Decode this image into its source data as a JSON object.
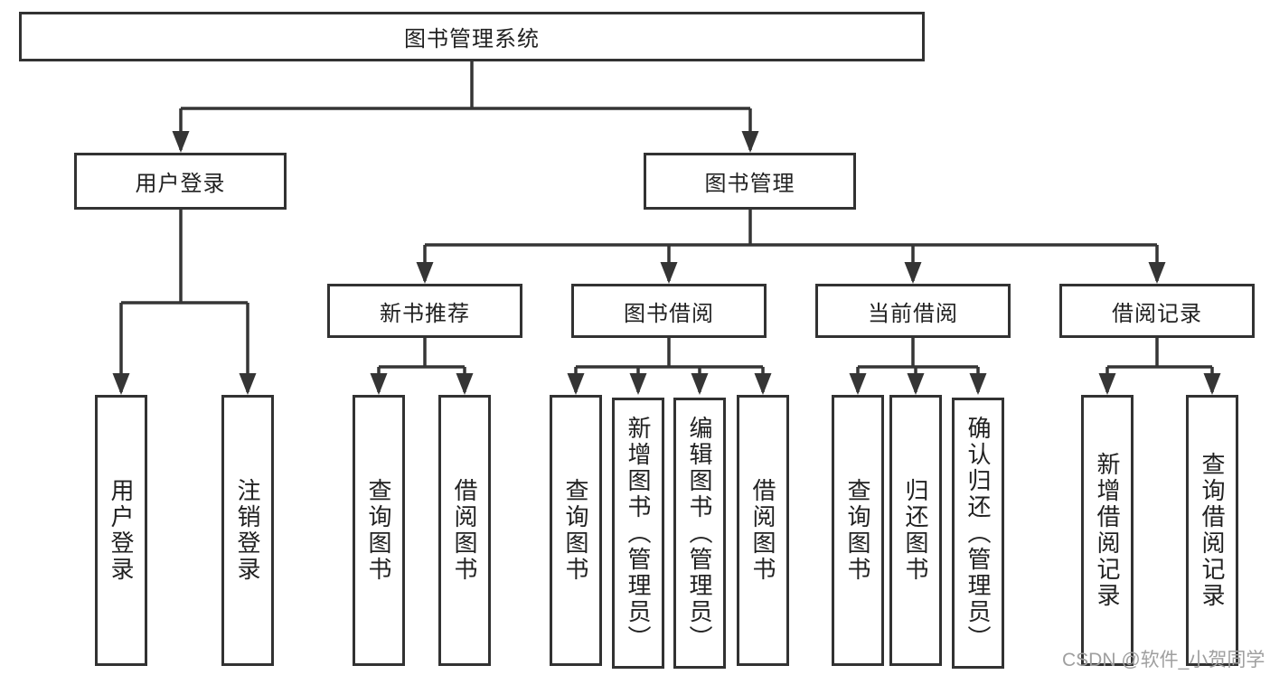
{
  "diagram_type": "hierarchy-tree",
  "colors": {
    "background": "#ffffff",
    "line": "#353535",
    "box_border": "#323232",
    "box_fill": "#ffffff",
    "text": "#212121",
    "watermark": "#9f9f9f"
  },
  "tree": {
    "root": {
      "label": "图书管理系统",
      "children": [
        {
          "label": "用户登录",
          "children": [
            {
              "label": "用户登录"
            },
            {
              "label": "注销登录"
            }
          ]
        },
        {
          "label": "图书管理",
          "children": [
            {
              "label": "新书推荐",
              "children": [
                {
                  "label": "查询图书"
                },
                {
                  "label": "借阅图书"
                }
              ]
            },
            {
              "label": "图书借阅",
              "children": [
                {
                  "label": "查询图书"
                },
                {
                  "label": "新增图书（管理员）"
                },
                {
                  "label": "编辑图书（管理员）"
                },
                {
                  "label": "借阅图书"
                }
              ]
            },
            {
              "label": "当前借阅",
              "children": [
                {
                  "label": "查询图书"
                },
                {
                  "label": "归还图书"
                },
                {
                  "label": "确认归还（管理员）"
                }
              ]
            },
            {
              "label": "借阅记录",
              "children": [
                {
                  "label": "新增借阅记录"
                },
                {
                  "label": "查询借阅记录"
                }
              ]
            }
          ]
        }
      ]
    }
  },
  "watermark": "CSDN @软件_小贺同学"
}
